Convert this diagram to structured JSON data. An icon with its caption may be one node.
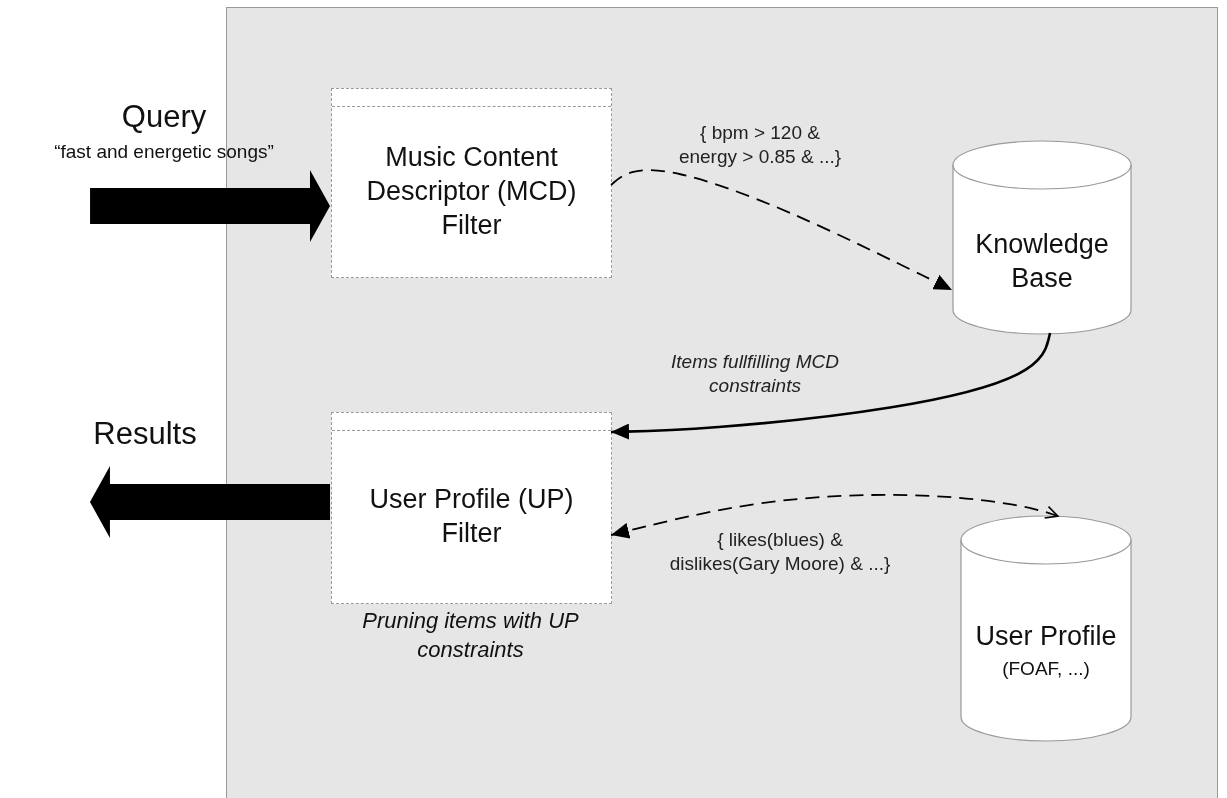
{
  "diagram": {
    "nodes": [
      {
        "text": [],
        "shape": "box"
      },
      {
        "text": [
          "Query",
          "“fast and energetic songs”"
        ]
      },
      {
        "text": [
          "Music Content Descriptor (MCD) Filter"
        ],
        "in": 0
      },
      {
        "text": [
          "Knowledge Base"
        ],
        "in": 0
      },
      {
        "text": [
          "User Profile (UP) Filter"
        ],
        "in": 0,
        "beside": [
          "Pruning items with UP constraints"
        ]
      },
      {
        "text": [
          "User Profile",
          "(FOAF, ...)"
        ],
        "in": 0
      },
      {
        "text": [
          "Results"
        ]
      }
    ],
    "edges": [
      {
        "from": 1,
        "to": 2,
        "arrow": "to",
        "style": "thick"
      },
      {
        "from": 2,
        "to": 3,
        "arrow": "to",
        "style": "dashed",
        "label": "{ bpm > 120 & energy > 0.85 & ...}"
      },
      {
        "from": 3,
        "to": 4,
        "arrow": "to",
        "label": "Items fullfilling MCD constraints"
      },
      {
        "from": 4,
        "to": 5,
        "arrow": "both",
        "style": "dashed",
        "label": "{ likes(blues) & dislikes(Gary Moore) & ...}"
      },
      {
        "from": 4,
        "to": 6,
        "arrow": "to",
        "style": "thick"
      }
    ]
  }
}
